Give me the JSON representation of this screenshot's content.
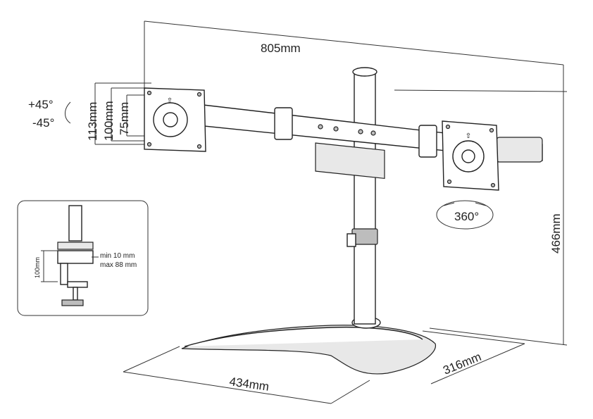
{
  "diagram": {
    "dimensions": {
      "arm_width": "805mm",
      "height": "466mm",
      "base_depth": "316mm",
      "base_width": "434mm",
      "vesa_113": "113mm",
      "vesa_100": "100mm",
      "vesa_75": "75mm"
    },
    "tilt": {
      "plus": "+45°",
      "minus": "-45°"
    },
    "rotation": "360°",
    "inset": {
      "clamp_height": "100mm",
      "min_thickness": "min 10 mm",
      "max_thickness": "max 88 mm"
    }
  }
}
